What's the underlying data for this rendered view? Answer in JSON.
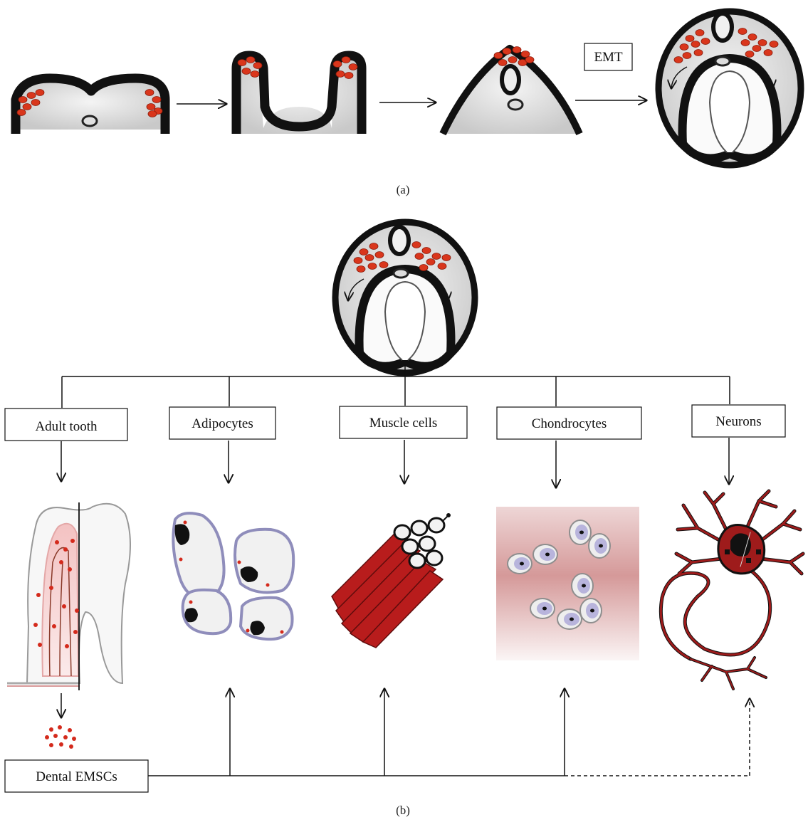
{
  "panel_a": {
    "caption": "(a)",
    "emt_label": "EMT"
  },
  "panel_b": {
    "caption": "(b)",
    "cell_types": [
      "Adult tooth",
      "Adipocytes",
      "Muscle cells",
      "Chondrocytes",
      "Neurons"
    ],
    "source_label": "Dental EMSCs"
  },
  "colors": {
    "outline": "#111111",
    "tissue_fill": "#d6d6d6",
    "neural_crest_cells": "#d9361c",
    "muscle": "#b81c1c",
    "neuron": "#9e1b1b",
    "cell_cytoplasm": "#b8b4dc",
    "cartilage_matrix": "#d79a9a"
  }
}
